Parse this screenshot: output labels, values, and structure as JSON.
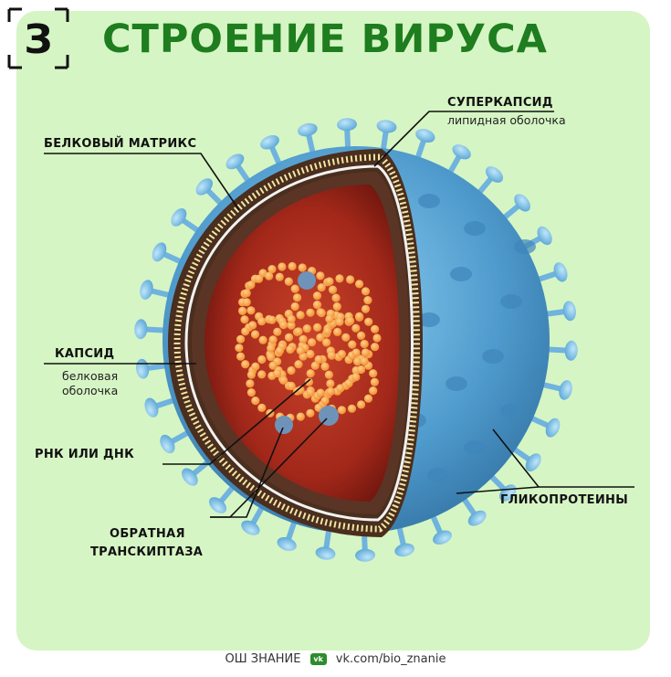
{
  "title": "СТРОЕНИЕ ВИРУСА",
  "logo": {
    "glyph": "З"
  },
  "labels": {
    "superkapsid": "СУПЕРКАПСИД",
    "superkapsid_sub": "липидная оболочка",
    "matrix": "БЕЛКОВЫЙ МАТРИКС",
    "kapsid": "КАПСИД",
    "kapsid_sub_1": "белковая",
    "kapsid_sub_2": "оболочка",
    "rna": "РНК ИЛИ ДНК",
    "rt_1": "ОБРАТНАЯ",
    "rt_2": "ТРАНСКИПТАЗА",
    "glyco": "ГЛИКОПРОТЕИНЫ"
  },
  "footer": {
    "brand": "ОШ ЗНАНИЕ",
    "icon": "vk-icon",
    "link": "vk.com/bio_znanie"
  },
  "colors": {
    "title": "#1e7d1e",
    "background": "#d6f5c4",
    "envelope": "#5aa6d6",
    "capsid_inner": "#a3281a",
    "genome": "#f59a3c"
  }
}
